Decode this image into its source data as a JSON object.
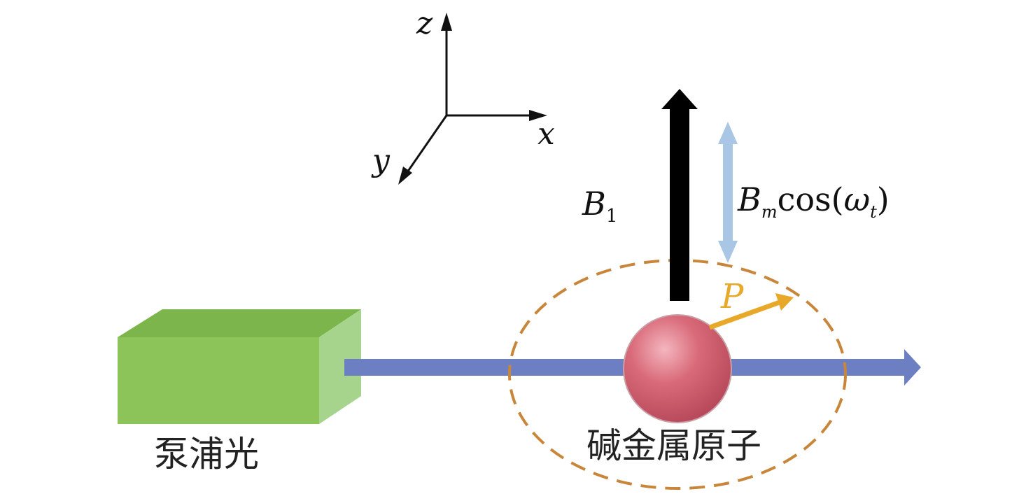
{
  "axes": {
    "z": "z",
    "x": "x",
    "y": "y"
  },
  "b1_label": {
    "base": "B",
    "sub": "1"
  },
  "bm_label": {
    "base": "B",
    "sub": "m",
    "func": "cos(",
    "omega": "ω",
    "omega_sub": "t",
    "close": ")"
  },
  "p_label": "P",
  "pump_light_label": "泵浦光",
  "atom_label": "碱金属原子",
  "colors": {
    "pump_box_front": "#8cc45a",
    "pump_box_top": "#79b449",
    "pump_box_side": "#a6d38a",
    "beam": "#6c7fc2",
    "b1_arrow": "#000000",
    "bm_arrow": "#a9c6e4",
    "p_arrow": "#e8a92a",
    "ellipse": "#c8863a",
    "atom": "#d4606f"
  }
}
